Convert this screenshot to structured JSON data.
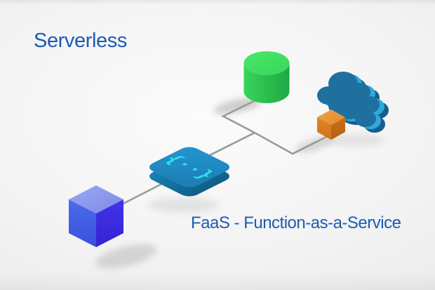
{
  "diagram": {
    "title": "Serverless",
    "caption": "FaaS - Function-as-a-Service",
    "function_icon_glyph": "{··}",
    "colors": {
      "title_text": "#1c5cb2",
      "caption_text": "#1c5cb2",
      "connector": "#9a9a9a",
      "function_glyph": "#2fe0e8",
      "function_square": "#1e8ac2",
      "database_green": "#2dc351",
      "cloud_blue": "#1f6f9f",
      "cloud_rim_blue": "#2fa8dd",
      "cloud_node_orange": "#d87d1f",
      "client_cube_indigo": "#3f30e2"
    },
    "nodes": [
      {
        "id": "client-cube",
        "shape": "cube",
        "color": "#3f30e2"
      },
      {
        "id": "function",
        "shape": "rounded-square",
        "color": "#1e8ac2",
        "icon": "code-braces"
      },
      {
        "id": "database",
        "shape": "cylinder",
        "color": "#2dc351"
      },
      {
        "id": "cloud",
        "shape": "cloud",
        "color": "#1f6f9f",
        "rim_color": "#2fa8dd"
      },
      {
        "id": "cloud-node",
        "shape": "cube",
        "color": "#d87d1f"
      }
    ]
  }
}
